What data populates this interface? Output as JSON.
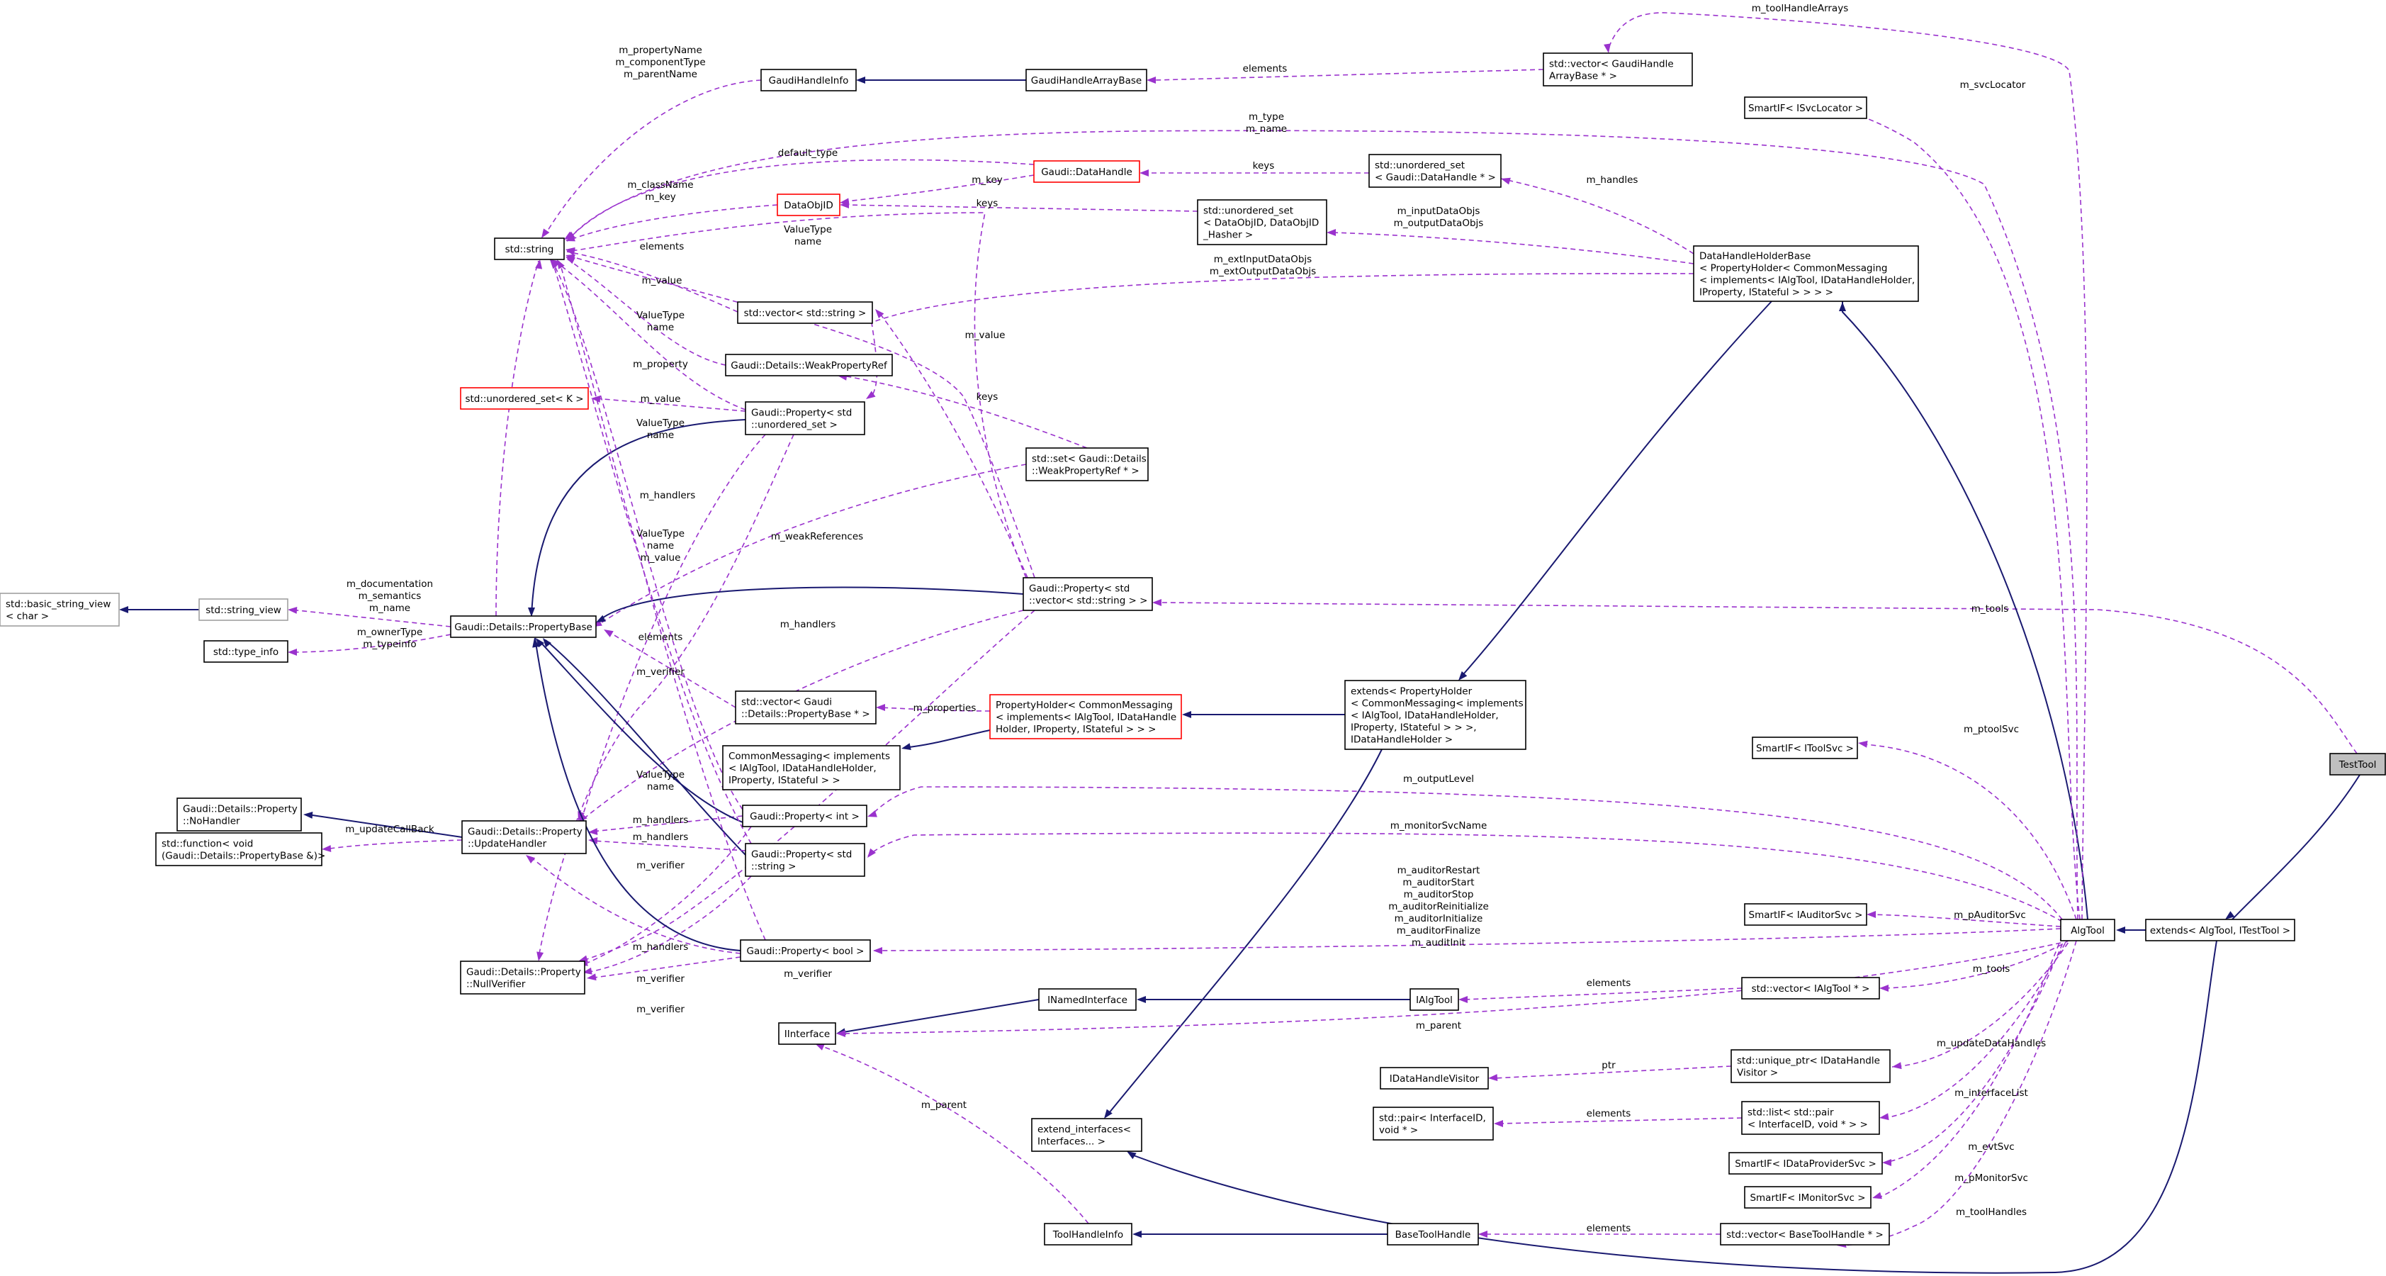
{
  "nodes": {
    "TestTool": [
      "TestTool"
    ],
    "extendsTestTool": [
      "extends< AlgTool, ITestTool >"
    ],
    "AlgTool": [
      "AlgTool"
    ],
    "DataHandleHolderBase": [
      "DataHandleHolderBase",
      "< PropertyHolder< CommonMessaging",
      "< implements< IAlgTool, IDataHandleHolder,",
      "IProperty, IStateful > > > >"
    ],
    "extendsPropertyHolder": [
      "extends< PropertyHolder",
      "< CommonMessaging< implements",
      "< IAlgTool, IDataHandleHolder,",
      "IProperty, IStateful > > >,",
      "IDataHandleHolder >"
    ],
    "PropertyHolder": [
      "PropertyHolder< CommonMessaging",
      "< implements< IAlgTool, IDataHandle",
      "Holder, IProperty, IStateful > > >"
    ],
    "CommonMessaging": [
      "CommonMessaging< implements",
      "< IAlgTool, IDataHandleHolder,",
      "IProperty, IStateful > >"
    ],
    "extendInterfaces": [
      "extend_interfaces<",
      "Interfaces... >"
    ],
    "INamedInterface": [
      "INamedInterface"
    ],
    "IInterface": [
      "IInterface"
    ],
    "IAlgTool": [
      "IAlgTool"
    ],
    "ToolHandleInfo": [
      "ToolHandleInfo"
    ],
    "BaseToolHandle": [
      "BaseToolHandle"
    ],
    "vectorBaseToolHandle": [
      "std::vector< BaseToolHandle * >"
    ],
    "vectorIAlgTool": [
      "std::vector< IAlgTool * >"
    ],
    "uniquePtr": [
      "std::unique_ptr< IDataHandle",
      "Visitor >"
    ],
    "IDataHandleVisitor": [
      "IDataHandleVisitor"
    ],
    "listPair": [
      "std::list< std::pair",
      "< InterfaceID, void * > >"
    ],
    "pairInterfaceID": [
      "std::pair< InterfaceID,",
      "void * >"
    ],
    "SmartIFIDataProviderSvc": [
      "SmartIF< IDataProviderSvc >"
    ],
    "SmartIFIMonitorSvc": [
      "SmartIF< IMonitorSvc >"
    ],
    "SmartIFIAuditorSvc": [
      "SmartIF< IAuditorSvc >"
    ],
    "SmartIFIToolSvc": [
      "SmartIF< IToolSvc >"
    ],
    "SmartIFISvcLocator": [
      "SmartIF< ISvcLocator >"
    ],
    "vectorGaudiHandleArrayBase": [
      "std::vector< GaudiHandle",
      "ArrayBase * >"
    ],
    "GaudiHandleArrayBase": [
      "GaudiHandleArrayBase"
    ],
    "GaudiHandleInfo": [
      "GaudiHandleInfo"
    ],
    "unorderedSetDataHandle": [
      "std::unordered_set",
      "< Gaudi::DataHandle * >"
    ],
    "GaudiDataHandle": [
      "Gaudi::DataHandle"
    ],
    "DataObjID": [
      "DataObjID"
    ],
    "unorderedSetDataObjID": [
      "std::unordered_set",
      "< DataObjID, DataObjID",
      "_Hasher >"
    ],
    "stdString": [
      "std::string"
    ],
    "vectorString": [
      "std::vector< std::string >"
    ],
    "WeakPropertyRef": [
      "Gaudi::Details::WeakPropertyRef"
    ],
    "unorderedSetK": [
      "std::unordered_set< K >"
    ],
    "PropertyUnorderedSet": [
      "Gaudi::Property< std",
      "::unordered_set >"
    ],
    "setWeakPropertyRef": [
      "std::set< Gaudi::Details",
      "::WeakPropertyRef * >"
    ],
    "PropertyVectorString": [
      "Gaudi::Property< std",
      "::vector< std::string > >"
    ],
    "basicStringView": [
      "std::basic_string_view",
      "< char >"
    ],
    "stringView": [
      "std::string_view"
    ],
    "PropertyBase": [
      "Gaudi::Details::PropertyBase"
    ],
    "typeInfo": [
      "std::type_info"
    ],
    "vectorPropertyBase": [
      "std::vector< Gaudi",
      "::Details::PropertyBase * >"
    ],
    "NoHandler": [
      "Gaudi::Details::Property",
      "::NoHandler"
    ],
    "UpdateHandler": [
      "Gaudi::Details::Property",
      "::UpdateHandler"
    ],
    "stdFunction": [
      "std::function< void",
      "(Gaudi::Details::PropertyBase &)>"
    ],
    "PropertyInt": [
      "Gaudi::Property< int >"
    ],
    "PropertyString": [
      "Gaudi::Property< std",
      "::string >"
    ],
    "PropertyBool": [
      "Gaudi::Property< bool >"
    ],
    "NullVerifier": [
      "Gaudi::Details::Property",
      "::NullVerifier"
    ]
  },
  "edge_labels": {
    "m_toolHandleArrays": [
      "m_toolHandleArrays"
    ],
    "m_svcLocator": [
      "m_svcLocator"
    ],
    "elements_gha": [
      "elements"
    ],
    "gaudiHandleInfoNames": [
      "m_propertyName",
      "m_componentType",
      "m_parentName"
    ],
    "m_type_name": [
      "m_type",
      "m_name"
    ],
    "default_type": [
      "default_type"
    ],
    "keys_dh": [
      "keys"
    ],
    "m_handles": [
      "m_handles"
    ],
    "m_key": [
      "m_key"
    ],
    "m_className_key": [
      "m_className",
      "m_key"
    ],
    "keys_doid": [
      "keys"
    ],
    "m_inputDataObjs": [
      "m_inputDataObjs",
      "m_outputDataObjs"
    ],
    "elements_vs": [
      "elements"
    ],
    "valueType_name_1": [
      "ValueType",
      "name"
    ],
    "m_extInputDataObjs": [
      "m_extInputDataObjs",
      "m_extOutputDataObjs"
    ],
    "m_value_1": [
      "m_value"
    ],
    "m_value_2": [
      "m_value"
    ],
    "valueType_name_2": [
      "ValueType",
      "name"
    ],
    "m_property": [
      "m_property"
    ],
    "keys_wpr": [
      "keys"
    ],
    "m_value_3": [
      "m_value"
    ],
    "valueType_name_3": [
      "ValueType",
      "name"
    ],
    "m_handlers_1": [
      "m_handlers"
    ],
    "valueType_name_value": [
      "ValueType",
      "name",
      "m_value"
    ],
    "m_weakReferences": [
      "m_weakReferences"
    ],
    "pb_strings": [
      "m_documentation",
      "m_semantics",
      "m_name"
    ],
    "m_ownerType": [
      "m_ownerType",
      "m_typeinfo"
    ],
    "m_tools": [
      "m_tools"
    ],
    "m_handlers_2": [
      "m_handlers"
    ],
    "elements_pb": [
      "elements"
    ],
    "m_verifier_1": [
      "m_verifier"
    ],
    "m_properties": [
      "m_properties"
    ],
    "m_ptoolSvc": [
      "m_ptoolSvc"
    ],
    "m_outputLevel": [
      "m_outputLevel"
    ],
    "m_updateCallBack": [
      "m_updateCallBack"
    ],
    "valueType_name_4": [
      "ValueType",
      "name"
    ],
    "m_handlers_3": [
      "m_handlers"
    ],
    "m_handlers_4": [
      "m_handlers"
    ],
    "m_monitorSvcName": [
      "m_monitorSvcName"
    ],
    "m_verifier_2": [
      "m_verifier"
    ],
    "m_auditors": [
      "m_auditorRestart",
      "m_auditorStart",
      "m_auditorStop",
      "m_auditorReinitialize",
      "m_auditorInitialize",
      "m_auditorFinalize",
      "m_auditInit"
    ],
    "m_pAuditorSvc": [
      "m_pAuditorSvc"
    ],
    "m_handlers_5": [
      "m_handlers"
    ],
    "m_verifier_3": [
      "m_verifier"
    ],
    "m_verifier_4": [
      "m_verifier"
    ],
    "m_verifier_5": [
      "m_verifier"
    ],
    "elements_iat": [
      "elements"
    ],
    "m_tools_2": [
      "m_tools"
    ],
    "m_parent_1": [
      "m_parent"
    ],
    "ptr": [
      "ptr"
    ],
    "m_updateDataHandles": [
      "m_updateDataHandles"
    ],
    "m_parent_2": [
      "m_parent"
    ],
    "elements_pair": [
      "elements"
    ],
    "m_interfaceList": [
      "m_interfaceList"
    ],
    "m_evtSvc": [
      "m_evtSvc"
    ],
    "m_pMonitorSvc": [
      "m_pMonitorSvc"
    ],
    "elements_bth": [
      "elements"
    ],
    "m_toolHandles": [
      "m_toolHandles"
    ]
  },
  "colors": {
    "inheritance_edge": "#191970",
    "member_edge": "#9a32cd",
    "node_border": "#000000",
    "node_border_incomplete": "#ff0000",
    "node_border_external": "#a0a0a0",
    "highlight_fill": "#bfbfbf"
  }
}
